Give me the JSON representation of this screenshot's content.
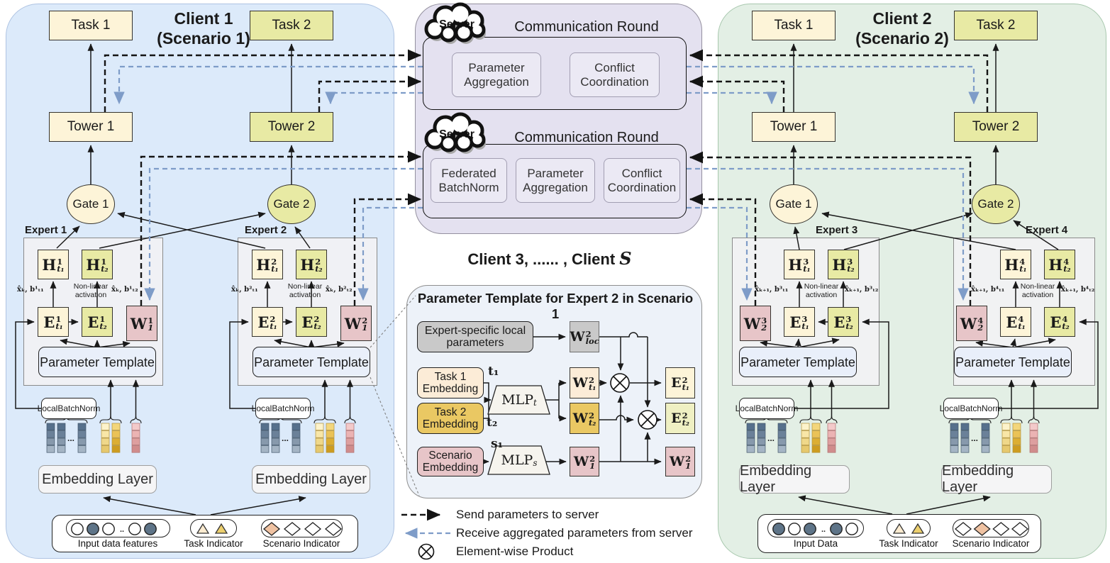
{
  "clients": {
    "c1": {
      "title1": "Client 1",
      "title2": "(Scenario 1)",
      "task1": "Task 1",
      "task2": "Task 2",
      "tower1": "Tower 1",
      "tower2": "Tower 2",
      "gate1": "Gate 1",
      "gate2": "Gate 2",
      "legend": {
        "input": "Input data features",
        "task": "Task Indicator",
        "scenario": "Scenario Indicator"
      }
    },
    "c2": {
      "title1": "Client 2",
      "title2": "(Scenario 2)",
      "task1": "Task 1",
      "task2": "Task 2",
      "tower1": "Tower 1",
      "tower2": "Tower 2",
      "gate1": "Gate 1",
      "gate2": "Gate 2",
      "legend": {
        "input": "Input Data",
        "task": "Task Indicator",
        "scenario": "Scenario Indicator"
      }
    }
  },
  "server": {
    "cloud": "Server",
    "round1_title": "Communication Round",
    "round2_title": "Communication Round",
    "round1_boxes": [
      "Parameter Aggregation",
      "Conflict Coordination"
    ],
    "round2_boxes": [
      "Federated BatchNorm",
      "Parameter Aggregation",
      "Conflict Coordination"
    ]
  },
  "middle_clients": {
    "prefix": "Client 3, ...... , Client",
    "s": "S"
  },
  "experts": [
    {
      "label": "Expert 1",
      "h": [
        [
          "H",
          "1",
          "t₁"
        ],
        [
          "H",
          "1",
          "t₂"
        ]
      ],
      "e": [
        [
          "E",
          "1",
          "t₁"
        ],
        [
          "E",
          "1",
          "t₂"
        ]
      ],
      "w": [
        "W",
        "1",
        "1"
      ],
      "xb": [
        "x̂ₖ, b¹ₜ₁",
        "x̂ₖ, b¹ₜ₂"
      ],
      "nl1": "Non-linear",
      "nl2": "activation",
      "pt": "Parameter Template",
      "lb1": "Local",
      "lb2": "BatchNorm",
      "emb": "Embedding Layer"
    },
    {
      "label": "Expert 2",
      "h": [
        [
          "H",
          "2",
          "t₁"
        ],
        [
          "H",
          "2",
          "t₂"
        ]
      ],
      "e": [
        [
          "E",
          "2",
          "t₁"
        ],
        [
          "E",
          "2",
          "t₂"
        ]
      ],
      "w": [
        "W",
        "2",
        "1"
      ],
      "xb": [
        "x̂ₖ, b²ₜ₁",
        "x̂ₖ, b²ₜ₂"
      ],
      "nl1": "Non-linear",
      "nl2": "activation",
      "pt": "Parameter Template",
      "lb1": "Local",
      "lb2": "BatchNorm",
      "emb": "Embedding Layer"
    },
    {
      "label": "Expert 3",
      "h": [
        [
          "H",
          "3",
          "t₁"
        ],
        [
          "H",
          "3",
          "t₂"
        ]
      ],
      "e": [
        [
          "E",
          "3",
          "t₁"
        ],
        [
          "E",
          "3",
          "t₂"
        ]
      ],
      "w": [
        "W",
        "3",
        "2"
      ],
      "xb": [
        "x̂ₖ₊₁, b³ₜ₁",
        "x̂ₖ₊₁, b³ₜ₂"
      ],
      "nl1": "Non-linear",
      "nl2": "activation",
      "pt": "Parameter Template",
      "lb1": "Local",
      "lb2": "BatchNorm",
      "emb": "Embedding Layer"
    },
    {
      "label": "Expert 4",
      "h": [
        [
          "H",
          "4",
          "t₁"
        ],
        [
          "H",
          "4",
          "t₂"
        ]
      ],
      "e": [
        [
          "E",
          "4",
          "t₁"
        ],
        [
          "E",
          "4",
          "t₂"
        ]
      ],
      "w": [
        "W",
        "4",
        "2"
      ],
      "xb": [
        "x̂ₖ₊₁, b⁴ₜ₁",
        "x̂ₖ₊₁, b⁴ₜ₂"
      ],
      "nl1": "Non-linear",
      "nl2": "activation",
      "pt": "Parameter Template",
      "lb1": "Local",
      "lb2": "BatchNorm",
      "emb": "Embedding Layer"
    }
  ],
  "detail": {
    "title": "Parameter Template for Expert 2 in Scenario 1",
    "esl": "Expert-specific local parameters",
    "t1e": "Task 1 Embedding",
    "t2e": "Task 2 Embedding",
    "se": "Scenario Embedding",
    "t1": "t₁",
    "t2": "t₂",
    "s1": "s₁",
    "mlpt": [
      "MLP",
      "t"
    ],
    "mlps": [
      "MLP",
      "s"
    ],
    "wloc": [
      "W",
      "2",
      "loc"
    ],
    "wt1": [
      "W",
      "2",
      "t₁"
    ],
    "wt2": [
      "W",
      "2",
      "t₂"
    ],
    "w1": [
      "W",
      "2",
      "1"
    ],
    "et1": [
      "E",
      "2",
      "t₁"
    ],
    "et2": [
      "E",
      "2",
      "t₂"
    ],
    "w1out": [
      "W",
      "2",
      "1"
    ]
  },
  "legend": {
    "send": "Send parameters to server",
    "receive": "Receive aggregated parameters from server",
    "product": "Element-wise Product"
  },
  "colors": {
    "cream": "#fdf4d8",
    "green": "#e8eaa4",
    "pink": "#e7c5c8",
    "gold": "#eac863",
    "peach": "#fcecd7",
    "paleyellow": "#eff0c3",
    "gray": "#c9c9c9",
    "client1_bg": "#dceafa",
    "client2_bg": "#e3efe5",
    "server_bg": "#e4e1f0",
    "detail_bg": "#edf2f9",
    "dash_black": "#141414",
    "dash_blue": "#7e9cc8",
    "salmon": "#efc2a2",
    "circle_fill": "#5e7488"
  }
}
